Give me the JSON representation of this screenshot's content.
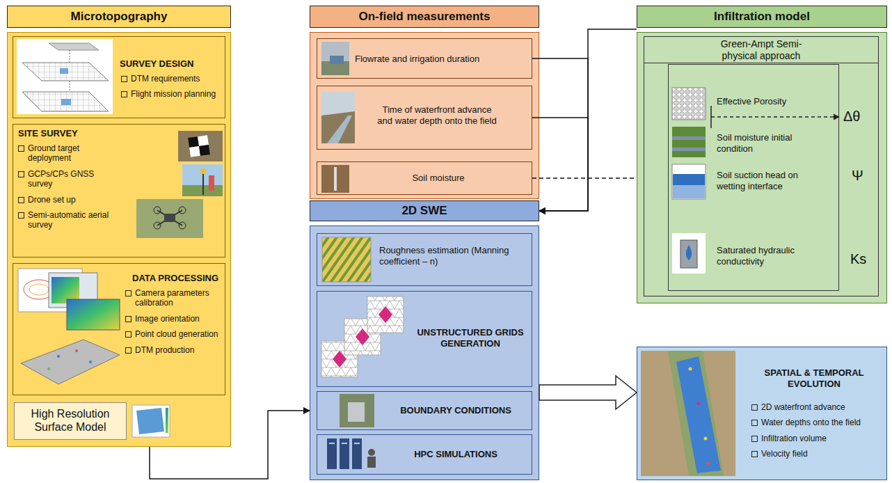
{
  "diagram": {
    "nodes": [
      {
        "text": [
          "Microtopography"
        ]
      },
      {
        "text": [
          "SURVEY DESIGN",
          "DTM requirements",
          "Flight mission planning"
        ],
        "in": 0
      },
      {
        "text": [
          "SITE SURVEY",
          "Ground target deployment",
          "GCPs/CPs GNSS survey",
          "Drone set up",
          "Semi-automatic aerial survey"
        ],
        "in": 0
      },
      {
        "text": [
          "DATA PROCESSING",
          "Camera parameters calibration",
          "Image orientation",
          "Point cloud generation",
          "DTM production"
        ],
        "in": 0
      },
      {
        "text": [
          "High Resolution Surface Model"
        ],
        "in": 0
      },
      {
        "text": [
          "On-field measurements"
        ]
      },
      {
        "text": [
          "Flowrate and irrigation duration"
        ],
        "in": 5
      },
      {
        "text": [
          "Time of waterfront advance and water depth onto the field"
        ],
        "in": 5
      },
      {
        "text": [
          "Soil moisture"
        ],
        "in": 5
      },
      {
        "text": [
          "2D SWE"
        ]
      },
      {
        "text": [
          "Roughness estimation (Manning coefficient – n)"
        ],
        "in": 9
      },
      {
        "text": [
          "UNSTRUCTURED GRIDS GENERATION"
        ],
        "in": 9
      },
      {
        "text": [
          "BOUNDARY CONDITIONS"
        ],
        "in": 9
      },
      {
        "text": [
          "HPC SIMULATIONS"
        ],
        "in": 9
      },
      {
        "text": [
          "Infiltration model"
        ]
      },
      {
        "text": [
          "Green-Ampt Semi-physical approach"
        ],
        "in": 14
      },
      {
        "text": [
          "Effective Porosity",
          "Soil moisture initial condition",
          "Soil suction head on wetting interface",
          "Saturated hydraulic conductivity"
        ],
        "in": 15
      },
      {
        "text": [
          "SPATIAL & TEMPORAL EVOLUTION",
          "2D waterfront advance",
          "Water depths onto the field",
          "Infiltration volume",
          "Velocity field"
        ]
      }
    ],
    "edges": [
      {
        "from": 0,
        "to": 9,
        "arrow": "to"
      },
      {
        "from": 6,
        "to": 9,
        "arrow": "to"
      },
      {
        "from": 7,
        "to": 9,
        "arrow": "to"
      },
      {
        "from": 14,
        "to": 9,
        "arrow": "to"
      },
      {
        "from": 8,
        "to": 14,
        "arrow": "none"
      },
      {
        "from": 9,
        "to": 17,
        "arrow": "to"
      }
    ],
    "labels": [
      "Δθ",
      "Ψ",
      "Ks"
    ]
  }
}
